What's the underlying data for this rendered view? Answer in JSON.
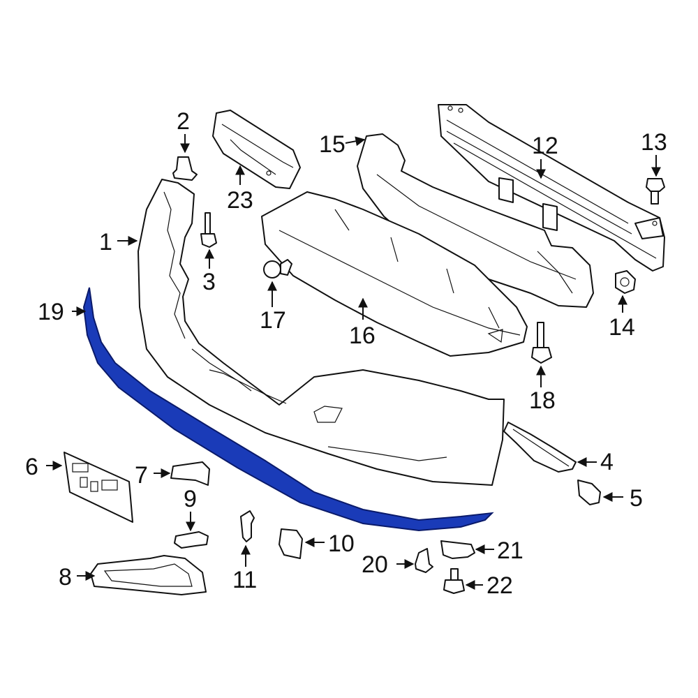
{
  "diagram": {
    "highlight_color": "#1a3bb8",
    "highlighted_part": "19",
    "callouts": [
      {
        "id": "c1",
        "label": "1"
      },
      {
        "id": "c2",
        "label": "2"
      },
      {
        "id": "c3",
        "label": "3"
      },
      {
        "id": "c4",
        "label": "4"
      },
      {
        "id": "c5",
        "label": "5"
      },
      {
        "id": "c6",
        "label": "6"
      },
      {
        "id": "c7",
        "label": "7"
      },
      {
        "id": "c8",
        "label": "8"
      },
      {
        "id": "c9",
        "label": "9"
      },
      {
        "id": "c10",
        "label": "10"
      },
      {
        "id": "c11",
        "label": "11"
      },
      {
        "id": "c12",
        "label": "12"
      },
      {
        "id": "c13",
        "label": "13"
      },
      {
        "id": "c14",
        "label": "14"
      },
      {
        "id": "c15",
        "label": "15"
      },
      {
        "id": "c16",
        "label": "16"
      },
      {
        "id": "c17",
        "label": "17"
      },
      {
        "id": "c18",
        "label": "18"
      },
      {
        "id": "c19",
        "label": "19"
      },
      {
        "id": "c20",
        "label": "20"
      },
      {
        "id": "c21",
        "label": "21"
      },
      {
        "id": "c22",
        "label": "22"
      },
      {
        "id": "c23",
        "label": "23"
      }
    ]
  }
}
